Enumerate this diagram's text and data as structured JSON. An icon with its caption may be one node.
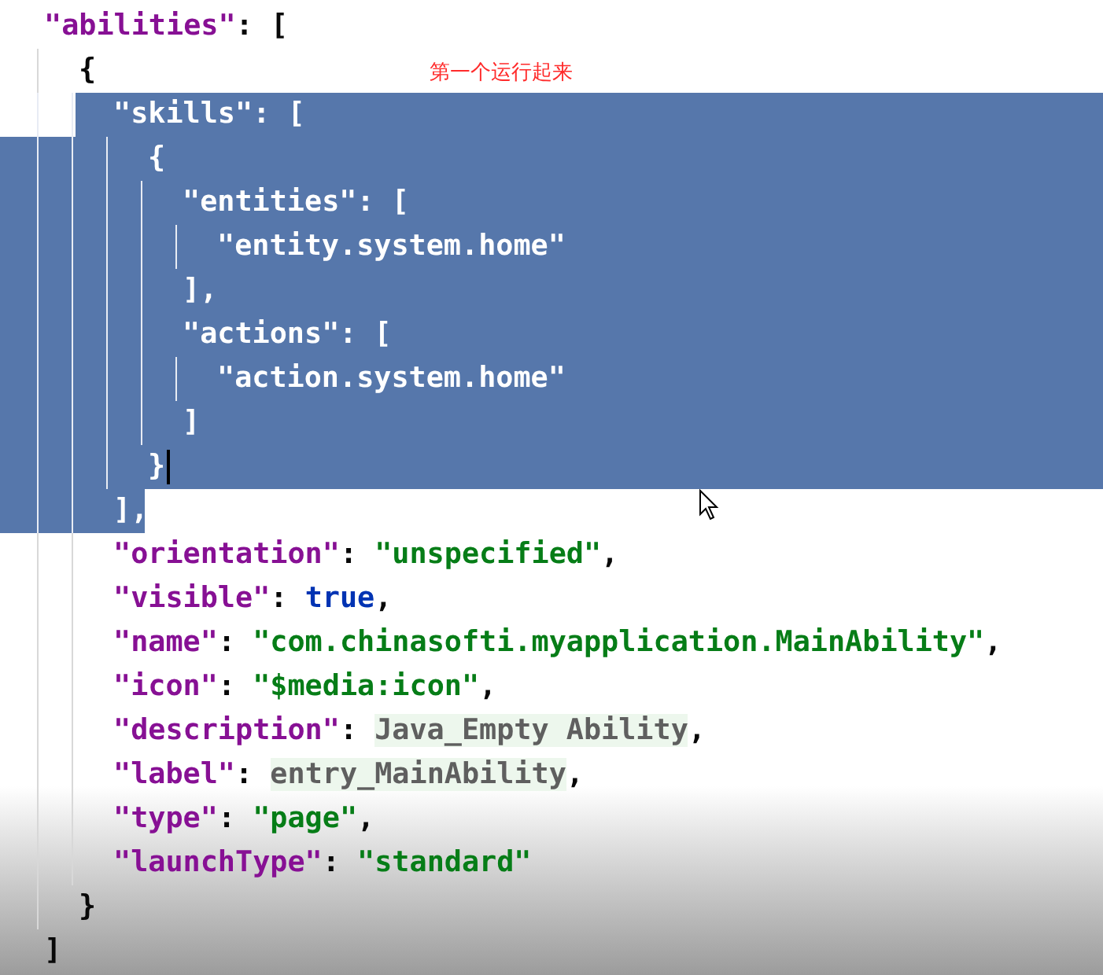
{
  "diagram": {
    "labels": [
      "\"abilities\": [",
      "{",
      "第一个运行起来",
      "\"skills\": [",
      "{",
      "\"entities\": [",
      "\"entity.system.home\"",
      "],",
      "\"actions\": [",
      "\"action.system.home\"",
      "]",
      "}",
      "],",
      "\"orientation\": \"unspecified\",",
      "\"visible\": true,",
      "\"name\": \"com.chinasofti.myapplication.MainAbility\",",
      "\"icon\": \"$media:icon\",",
      "\"description\": Java_Empty Ability,",
      "\"label\": entry_MainAbility,",
      "\"type\": \"page\",",
      "\"launchType\": \"standard\"",
      "}",
      "]"
    ]
  }
}
